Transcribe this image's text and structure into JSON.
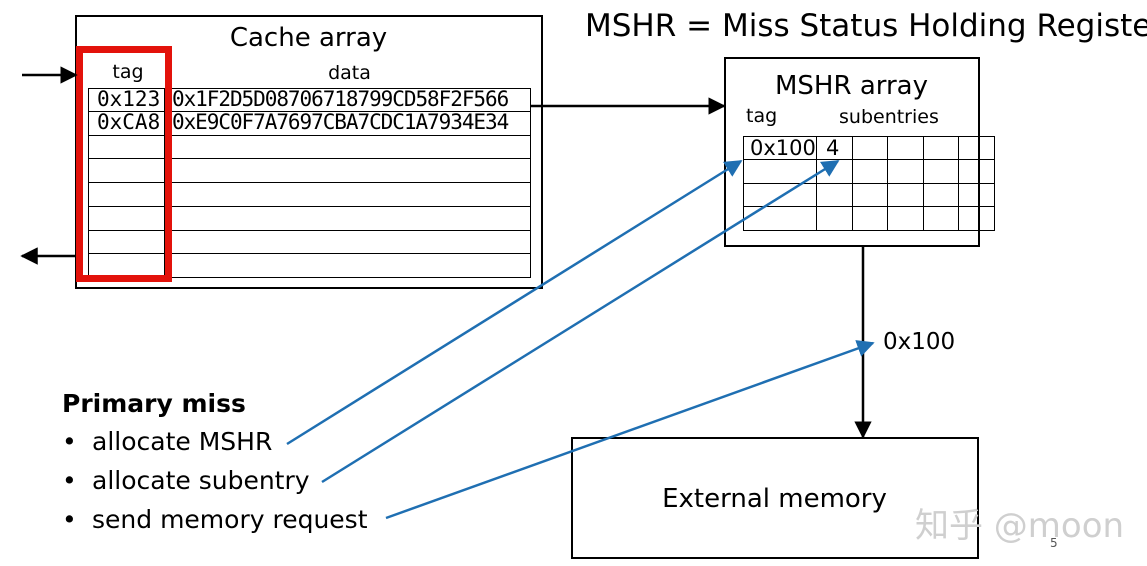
{
  "slide": {
    "heading": "MSHR = Miss Status Holding Register",
    "page_number": "5",
    "watermark": "知乎 @moon"
  },
  "cache": {
    "title": "Cache array",
    "tag_header": "tag",
    "data_header": "data",
    "rows": [
      {
        "tag": "0x123",
        "data": "0x1F2D5D08706718799CD58F2F566"
      },
      {
        "tag": "0xCA8",
        "data": "0xE9C0F7A7697CBA7CDC1A7934E34"
      },
      {
        "tag": "",
        "data": ""
      },
      {
        "tag": "",
        "data": ""
      },
      {
        "tag": "",
        "data": ""
      },
      {
        "tag": "",
        "data": ""
      },
      {
        "tag": "",
        "data": ""
      },
      {
        "tag": "",
        "data": ""
      }
    ]
  },
  "mshr": {
    "title": "MSHR array",
    "tag_header": "tag",
    "subentries_header": "subentries",
    "rows": [
      {
        "tag": "0x100",
        "subentries": [
          "4",
          "",
          "",
          "",
          ""
        ]
      },
      {
        "tag": "",
        "subentries": [
          "",
          "",
          "",
          "",
          ""
        ]
      },
      {
        "tag": "",
        "subentries": [
          "",
          "",
          "",
          "",
          ""
        ]
      },
      {
        "tag": "",
        "subentries": [
          "",
          "",
          "",
          "",
          ""
        ]
      }
    ]
  },
  "memory_request_label": "0x100",
  "external_memory": {
    "label": "External memory"
  },
  "primary_miss": {
    "heading": "Primary miss",
    "bullet": "•",
    "items": [
      "allocate MSHR",
      "allocate subentry",
      "send memory request"
    ]
  },
  "colors": {
    "highlight": "#e3120b",
    "arrow_blue": "#1f6fb2",
    "line": "#000000"
  }
}
